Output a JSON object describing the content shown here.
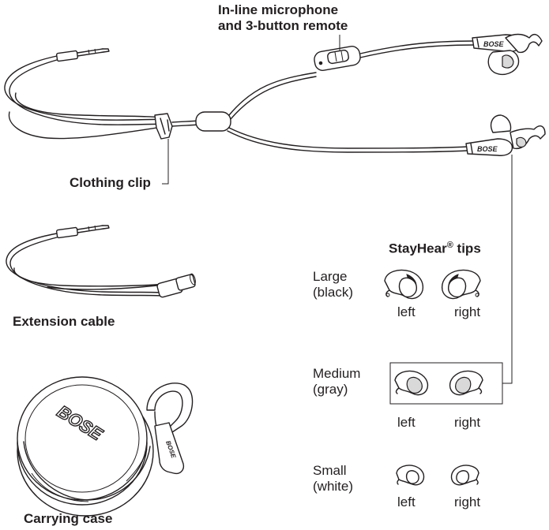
{
  "labels": {
    "remote": [
      "In-line microphone",
      "and 3-button remote"
    ],
    "clothing_clip": "Clothing clip",
    "extension_cable": "Extension cable",
    "carrying_case": "Carrying case",
    "tips_title": "StayHear",
    "tips_title_mark": "®",
    "tips_title_suffix": " tips"
  },
  "tip_sizes": [
    {
      "size": "Large",
      "color": "(black)",
      "left": "left",
      "right": "right"
    },
    {
      "size": "Medium",
      "color": "(gray)",
      "left": "left",
      "right": "right"
    },
    {
      "size": "Small",
      "color": "(white)",
      "left": "left",
      "right": "right"
    }
  ],
  "brand": "BOSE"
}
